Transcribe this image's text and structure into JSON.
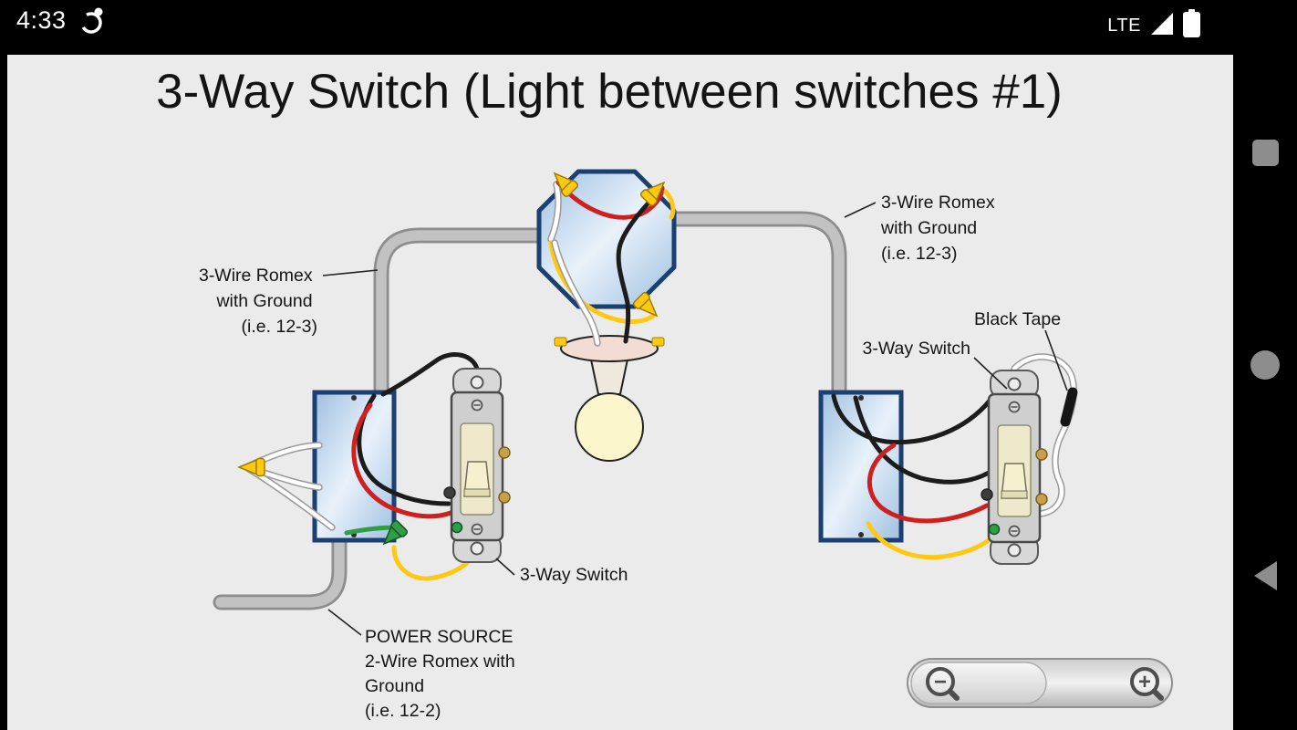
{
  "status_bar": {
    "time": "4:33",
    "network": "LTE",
    "icons": [
      "data-saver-icon",
      "signal-icon",
      "battery-icon"
    ]
  },
  "nav_bar": {
    "buttons": [
      "recents",
      "home",
      "back"
    ]
  },
  "diagram": {
    "title": "3-Way Switch (Light between switches #1)",
    "labels": {
      "romex_left": [
        "3-Wire Romex",
        "with Ground",
        "(i.e. 12-3)"
      ],
      "romex_right": [
        "3-Wire Romex",
        "with Ground",
        "(i.e. 12-3)"
      ],
      "black_tape": "Black Tape",
      "switch_right": "3-Way Switch",
      "switch_left": "3-Way Switch",
      "power_source": [
        "POWER SOURCE",
        "2-Wire Romex with",
        "Ground",
        "(i.e. 12-2)"
      ]
    },
    "colors": {
      "wire_black": "#1c1c1c",
      "wire_red": "#cf1f1f",
      "wire_white": "#ffffff",
      "wire_yellow": "#ffc913",
      "ground_green": "#2f9e44",
      "box_border_blue": "#1b3f70",
      "conduit_gray": "#c2c2c2",
      "bulb_yellow": "#fbf6cc",
      "canvas_bg": "#ebebeb"
    }
  },
  "zoom": {
    "out_label": "−",
    "in_label": "+"
  }
}
